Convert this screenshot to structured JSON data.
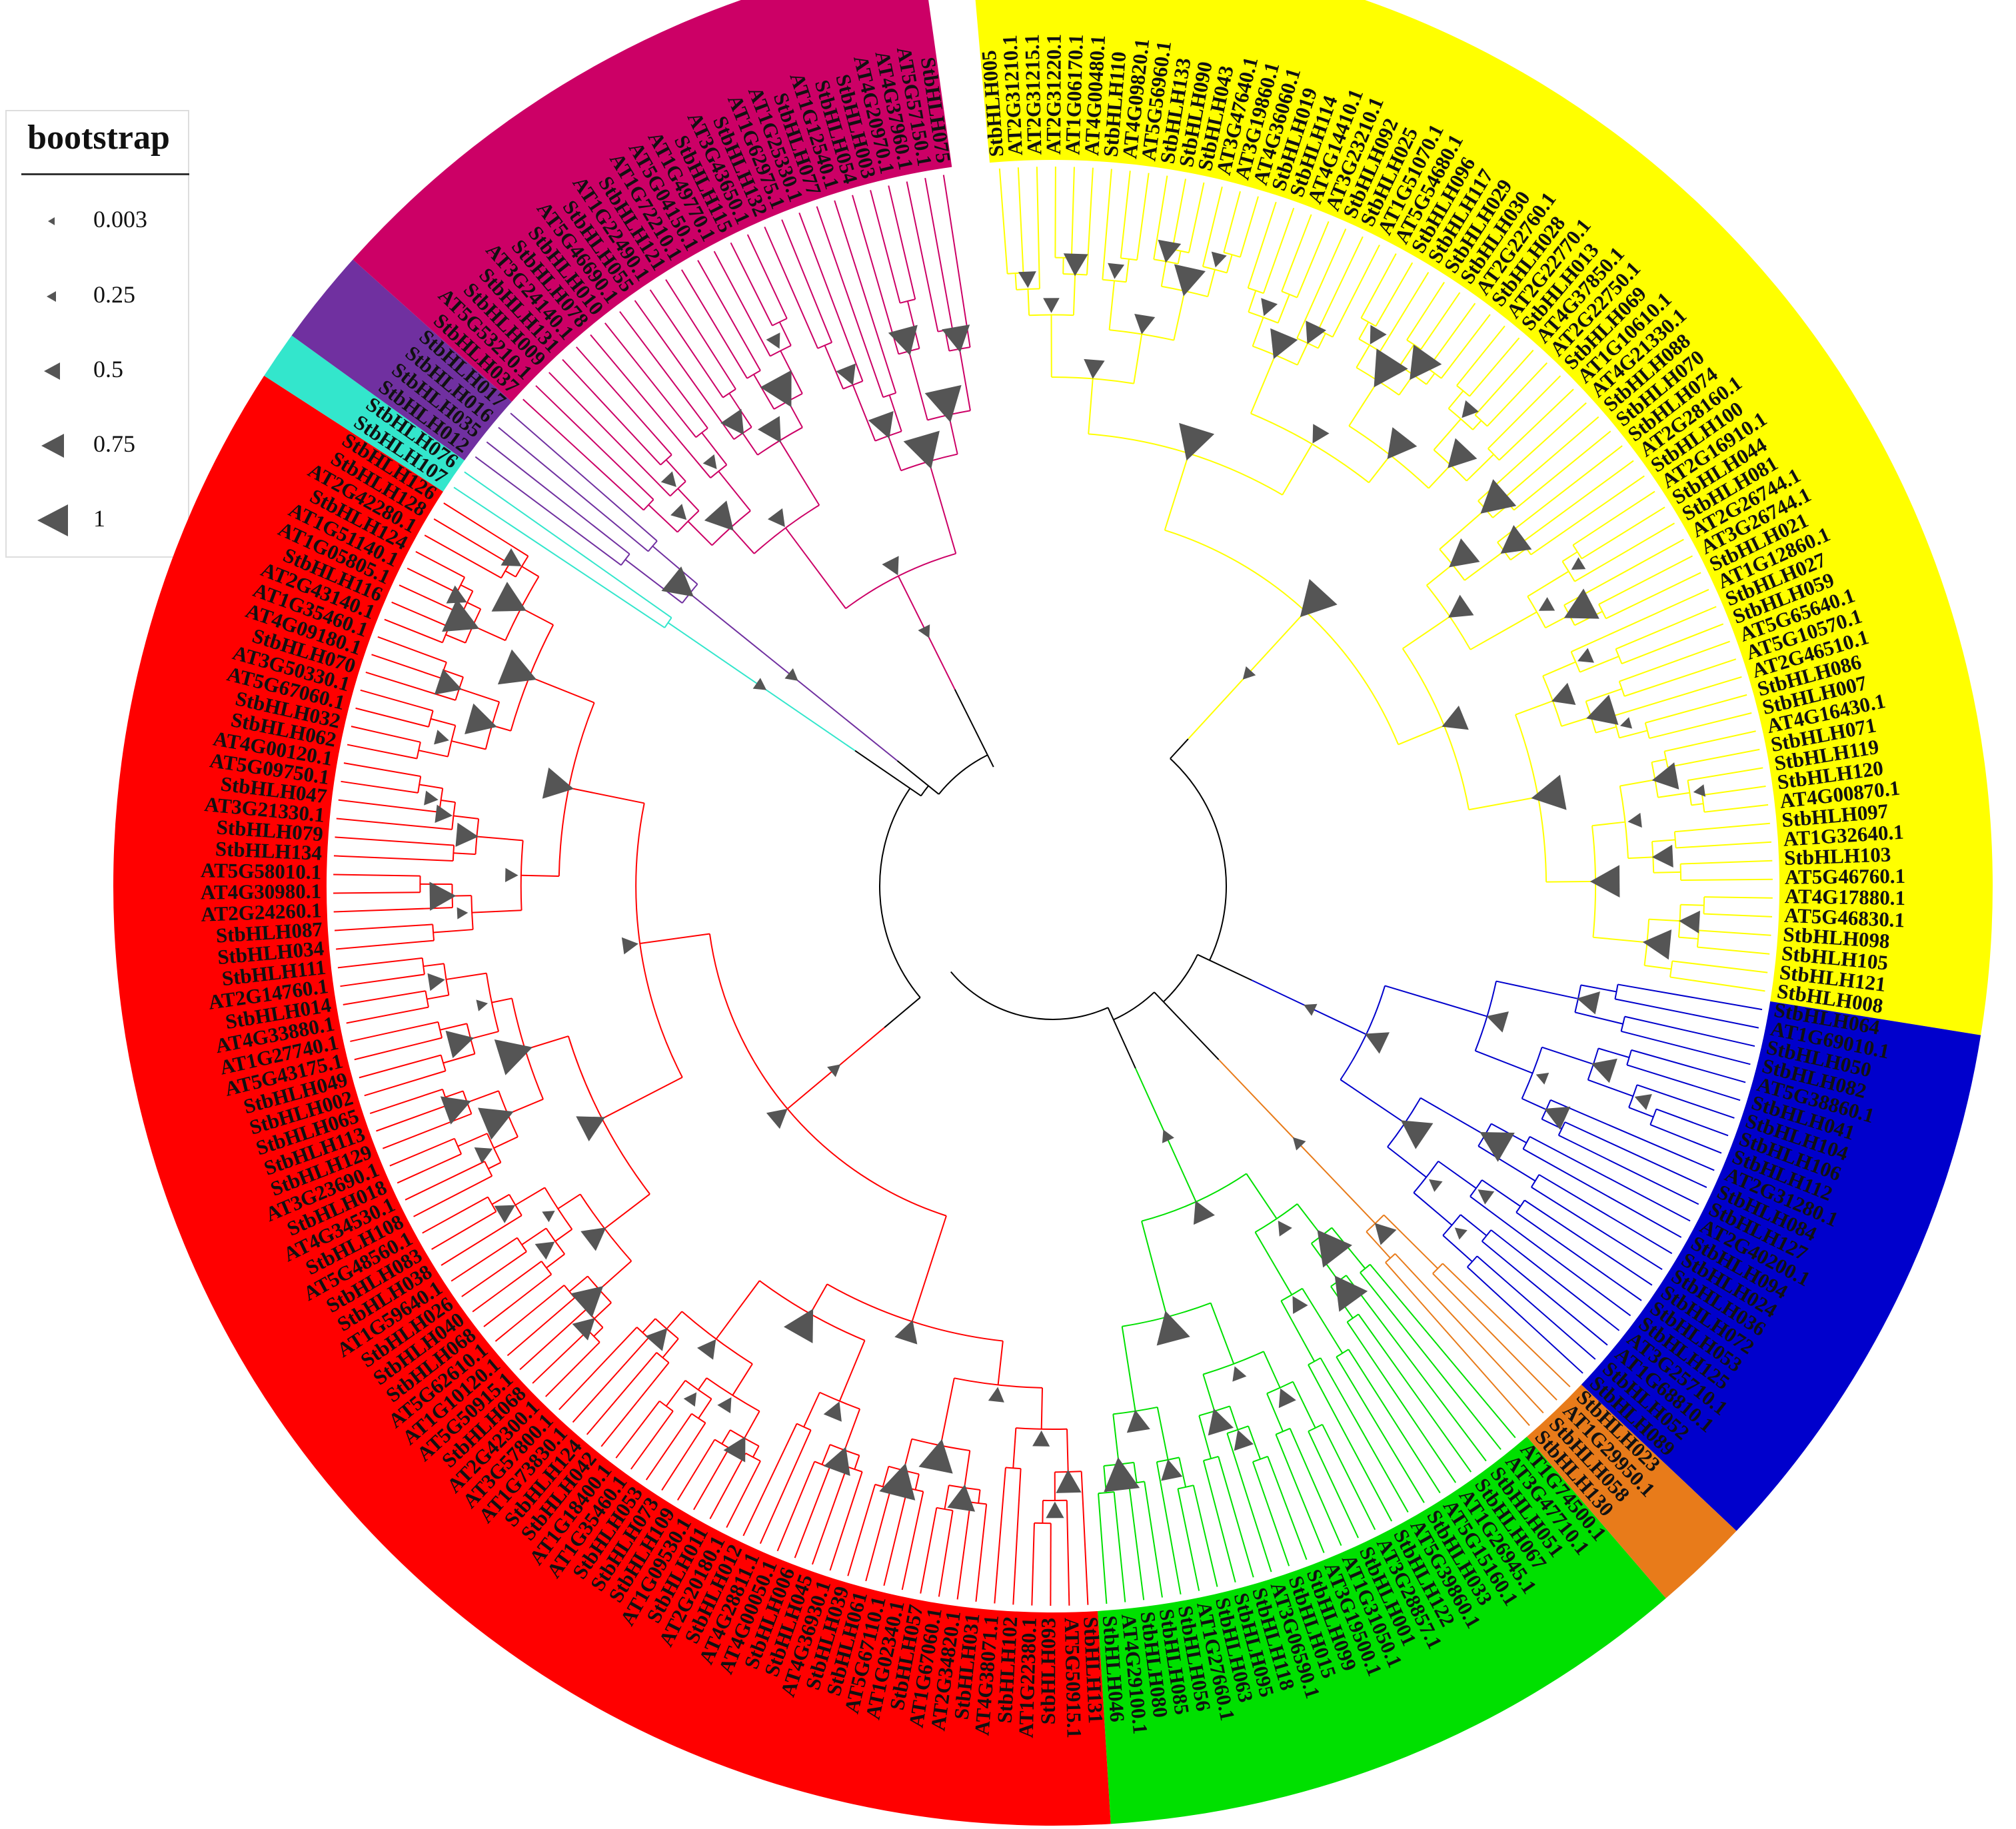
{
  "legend": {
    "title": "bootstrap",
    "items": [
      {
        "label": "0.003",
        "value": 0.003
      },
      {
        "label": "0.25",
        "value": 0.25
      },
      {
        "label": "0.5",
        "value": 0.5
      },
      {
        "label": "0.75",
        "value": 0.75
      },
      {
        "label": "1",
        "value": 1
      }
    ]
  },
  "colors": {
    "red": "#ff0000",
    "yellow": "#ffff00",
    "magenta": "#cc0066",
    "purple": "#7030a0",
    "cyan": "#33e6cc",
    "blue": "#0000cc",
    "brown": "#a0522d",
    "orange": "#e87b1a",
    "green": "#00e000",
    "black": "#000000",
    "marker": "#555555"
  },
  "clades": [
    {
      "color": "yellow",
      "members": [
        "StbHLH005",
        "AT2G31210.1",
        "AT2G31215.1",
        "AT2G31220.1",
        "AT1G06170.1",
        "AT4G00480.1",
        "StbHLH110",
        "AT4G09820.1",
        "AT5G56960.1",
        "StbHLH133",
        "StbHLH090",
        "StbHLH043",
        "AT3G47640.1",
        "AT3G19860.1",
        "AT4G36060.1",
        "StbHLH019",
        "StbHLH114",
        "AT4G14410.1",
        "AT3G23210.1",
        "StbHLH092",
        "StbHLH025",
        "AT1G51070.1",
        "AT5G54680.1",
        "StbHLH096",
        "StbHLH117",
        "StbHLH029",
        "StbHLH030",
        "AT2G22760.1",
        "StbHLH028",
        "AT2G22770.1",
        "StbHLH013",
        "AT4G37850.1",
        "AT2G22750.1",
        "StbHLH069",
        "AT1G10610.1",
        "AT4G21330.1",
        "StbHLH088",
        "StbHLH070",
        "StbHLH074",
        "AT2G28160.1",
        "StbHLH100",
        "AT2G16910.1",
        "StbHLH044",
        "StbHLH081",
        "AT2G26744.1",
        "AT3G26744.1",
        "StbHLH021",
        "AT1G12860.1",
        "StbHLH027",
        "StbHLH059",
        "AT5G65640.1",
        "AT5G10570.1",
        "AT2G46510.1",
        "StbHLH086",
        "StbHLH007",
        "AT4G16430.1",
        "StbHLH071",
        "StbHLH119",
        "StbHLH120",
        "AT4G00870.1",
        "StbHLH097",
        "AT1G32640.1",
        "StbHLH103",
        "AT5G46760.1",
        "AT4G17880.1",
        "AT5G46830.1",
        "StbHLH098",
        "StbHLH105",
        "StbHLH121",
        "StbHLH008"
      ]
    },
    {
      "color": "blue",
      "members": [
        "StbHLH064",
        "AT1G69010.1",
        "StbHLH050",
        "StbHLH082",
        "AT5G38860.1",
        "StbHLH041",
        "StbHLH104",
        "StbHLH106",
        "StbHLH112",
        "AT2G31280.1",
        "StbHLH084",
        "StbHLH127",
        "AT2G40200.1",
        "StbHLH094",
        "StbHLH024",
        "StbHLH036",
        "StbHLH072",
        "StbHLH053",
        "StbHLH125",
        "AT3G25710.1",
        "AT1G68810.1",
        "StbHLH052",
        "StbHLH089"
      ]
    },
    {
      "color": "orange",
      "members": [
        "StbHLH023",
        "AT1G29950.1",
        "StbHLH058",
        "StbHLH130"
      ]
    },
    {
      "color": "green",
      "members": [
        "AT1G74500.1",
        "AT3G47710.1",
        "StbHLH051",
        "StbHLH067",
        "AT1G26945.1",
        "AT5G15160.1",
        "StbHLH033",
        "AT5G39860.1",
        "StbHLH122",
        "AT3G28857.1",
        "StbHLH001",
        "AT1G31050.1",
        "AT3G19500.1",
        "StbHLH099",
        "StbHLH015",
        "AT3G06590.1",
        "StbHLH118",
        "StbHLH095",
        "StbHLH063",
        "AT1G27660.1",
        "StbHLH056",
        "StbHLH085",
        "StbHLH080",
        "AT4G29100.1",
        "StbHLH046"
      ]
    },
    {
      "color": "red",
      "members": [
        "StbHLH131",
        "AT5G50915.1",
        "StbHLH093",
        "AT1G22380.1",
        "StbHLH102",
        "AT4G38071.1",
        "StbHLH031",
        "AT2G34820.1",
        "AT1G67060.1",
        "StbHLH057",
        "AT1G02340.1",
        "AT5G67110.1",
        "StbHLH061",
        "StbHLH039",
        "AT4G36930.1",
        "StbHLH045",
        "StbHLH006",
        "AT4G00050.1",
        "AT4G28811.1",
        "StbHLH012",
        "AT2G20180.1",
        "StbHLH011",
        "AT1G09530.1",
        "StbHLH109",
        "StbHLH073",
        "StbHLH053",
        "AT1G35460.1",
        "AT1G18400.1",
        "StbHLH042",
        "StbHLH124",
        "AT1G73830.1",
        "AT3G57800.1",
        "AT2G42300.1",
        "StbHLH068",
        "AT5G50915.1",
        "AT1G10120.1",
        "AT5G62610.1",
        "StbHLH068",
        "StbHLH040",
        "StbHLH026",
        "AT1G59640.1",
        "StbHLH038",
        "StbHLH083",
        "AT5G48560.1",
        "StbHLH108",
        "AT4G34530.1",
        "StbHLH018",
        "AT3G23690.1",
        "StbHLH129",
        "StbHLH113",
        "StbHLH065",
        "StbHLH002",
        "StbHLH049",
        "AT5G43175.1",
        "AT1G27740.1",
        "AT4G33880.1",
        "StbHLH014",
        "AT2G14760.1",
        "StbHLH111",
        "StbHLH034",
        "StbHLH087",
        "AT2G24260.1",
        "AT4G30980.1",
        "AT5G58010.1",
        "StbHLH134",
        "StbHLH079",
        "AT3G21330.1",
        "StbHLH047",
        "AT5G09750.1",
        "AT4G00120.1",
        "StbHLH062",
        "StbHLH032",
        "AT5G67060.1",
        "AT3G50330.1",
        "StbHLH070",
        "AT4G09180.1",
        "AT1G35460.1",
        "AT2G43140.1",
        "StbHLH116",
        "AT1G05805.1",
        "AT1G51140.1",
        "StbHLH124",
        "AT2G42280.1",
        "StbHLH128",
        "StbHLH126"
      ]
    },
    {
      "color": "cyan",
      "members": [
        "StbHLH107",
        "StbHLH076"
      ]
    },
    {
      "color": "purple",
      "members": [
        "StbHLH012",
        "StbHLH035",
        "StbHLH016",
        "StbHLH017"
      ]
    },
    {
      "color": "magenta",
      "members": [
        "StbHLH037",
        "AT5G53210.1",
        "StbHLH009",
        "StbHLH131",
        "AT3G24140.1",
        "StbHLH078",
        "StbHLH010",
        "AT5G46690.1",
        "StbHLH055",
        "AT1G22490.1",
        "StbHLH121",
        "AT1G72210.1",
        "AT5G04150.1",
        "AT1G49770.1",
        "StbHLH115",
        "AT3G43650.1",
        "StbHLH132",
        "AT1G62975.1",
        "AT1G25330.1",
        "StbHLH077",
        "AT1G12540.1",
        "StbHLH054",
        "StbHLH003",
        "AT4G20970.1",
        "AT4G37960.1",
        "AT5G57150.1",
        "StbHLH075"
      ]
    }
  ]
}
